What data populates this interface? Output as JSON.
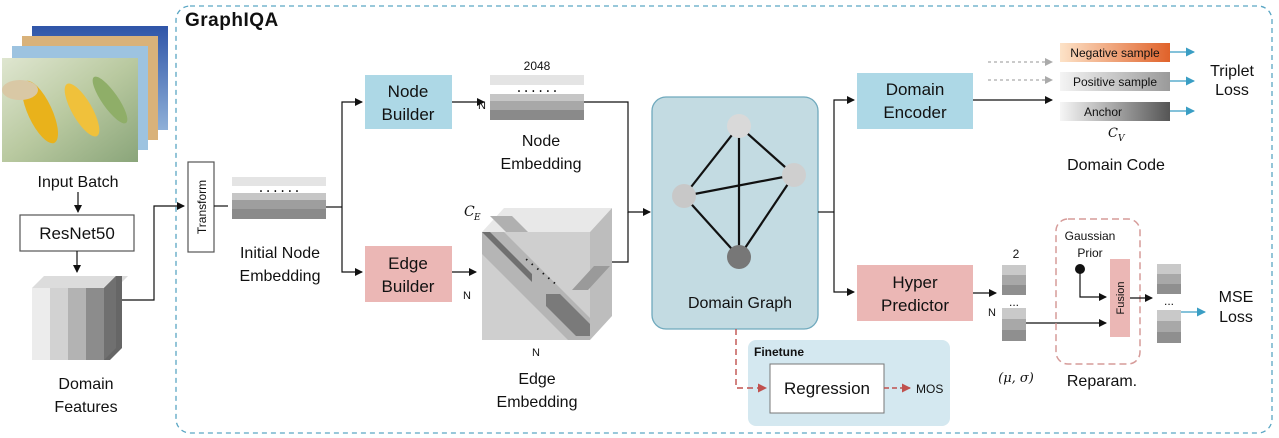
{
  "framework_title": "GraphIQA",
  "input_batch": "Input Batch",
  "resnet": "ResNet50",
  "domain_features": [
    "Domain",
    "Features"
  ],
  "transform": "Transform",
  "initial_node_embedding": [
    "Initial Node",
    "Embedding"
  ],
  "node_builder": [
    "Node",
    "Builder"
  ],
  "edge_builder": [
    "Edge",
    "Builder"
  ],
  "node_dim": "2048",
  "node_n": "N",
  "node_embedding": [
    "Node",
    "Embedding"
  ],
  "edge_ce": "C",
  "edge_ce_sub": "E",
  "edge_n_side": "N",
  "edge_n_bottom": "N",
  "edge_embedding": [
    "Edge",
    "Embedding"
  ],
  "domain_graph": "Domain Graph",
  "domain_encoder": [
    "Domain",
    "Encoder"
  ],
  "negative_sample": "Negative sample",
  "positive_sample": "Positive sample",
  "anchor": "Anchor",
  "cv": "C",
  "cv_sub": "V",
  "triplet_loss": [
    "Triplet",
    "Loss"
  ],
  "domain_code": "Domain Code",
  "hyper_predictor": [
    "Hyper",
    "Predictor"
  ],
  "pred_dim": "2",
  "pred_n": "N",
  "mu_sigma": "(μ, σ)",
  "gaussian_prior": [
    "Gaussian",
    "Prior"
  ],
  "fusion": "Fusion",
  "reparam": "Reparam.",
  "mse_loss": [
    "MSE",
    "Loss"
  ],
  "finetune": "Finetune",
  "regression": "Regression",
  "mos": "MOS",
  "dots": "......",
  "colors": {
    "builder_blue": "#add8e6",
    "builder_pink": "#ebb7b5",
    "graph_bg": "#c3dbe2",
    "frame_dash": "#5aa6c4",
    "arrow_blue": "#3a9ec4",
    "red_dash": "#c0504d",
    "finetune_bg": "#d4e8f0"
  }
}
